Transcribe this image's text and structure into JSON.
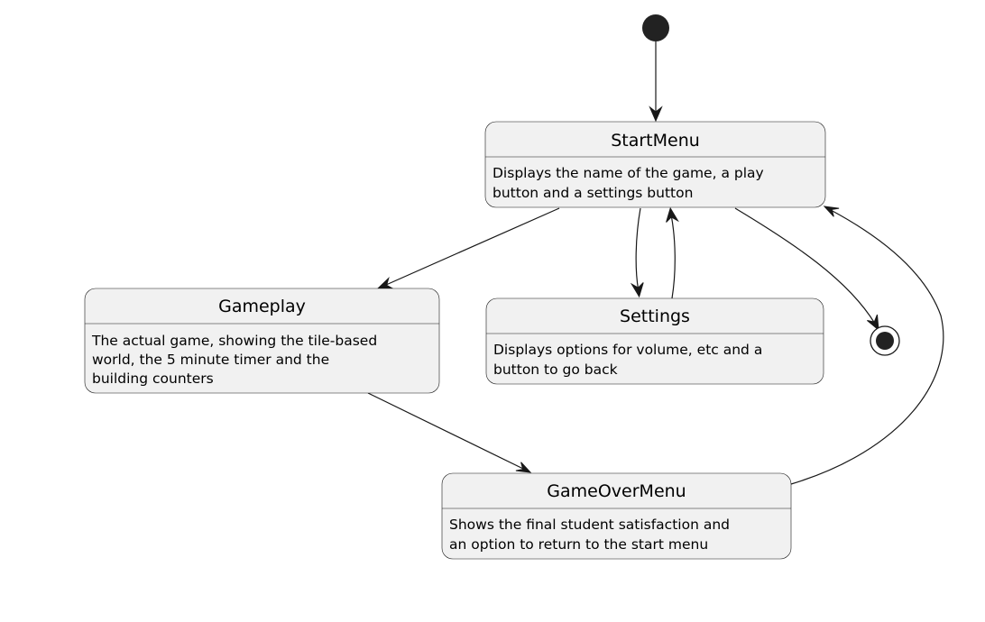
{
  "diagram": {
    "type": "state-diagram",
    "colors": {
      "state_fill": "#f1f1f1",
      "stroke": "#181818",
      "text": "#000000",
      "background": "#ffffff"
    },
    "states": {
      "start_menu": {
        "title": "StartMenu",
        "description": [
          "Displays the name of the game, a play",
          "button and a settings button"
        ]
      },
      "gameplay": {
        "title": "Gameplay",
        "description": [
          "The actual game, showing the tile-based",
          "world, the 5 minute timer and the",
          "building counters"
        ]
      },
      "settings": {
        "title": "Settings",
        "description": [
          "Displays options for volume, etc and a",
          "button to go back"
        ]
      },
      "game_over_menu": {
        "title": "GameOverMenu",
        "description": [
          "Shows the final student satisfaction and",
          "an option to return to the start menu"
        ]
      }
    },
    "transitions": [
      {
        "from": "initial",
        "to": "StartMenu"
      },
      {
        "from": "StartMenu",
        "to": "Gameplay"
      },
      {
        "from": "StartMenu",
        "to": "Settings"
      },
      {
        "from": "Settings",
        "to": "StartMenu"
      },
      {
        "from": "StartMenu",
        "to": "final"
      },
      {
        "from": "Gameplay",
        "to": "GameOverMenu"
      },
      {
        "from": "GameOverMenu",
        "to": "StartMenu"
      }
    ]
  }
}
